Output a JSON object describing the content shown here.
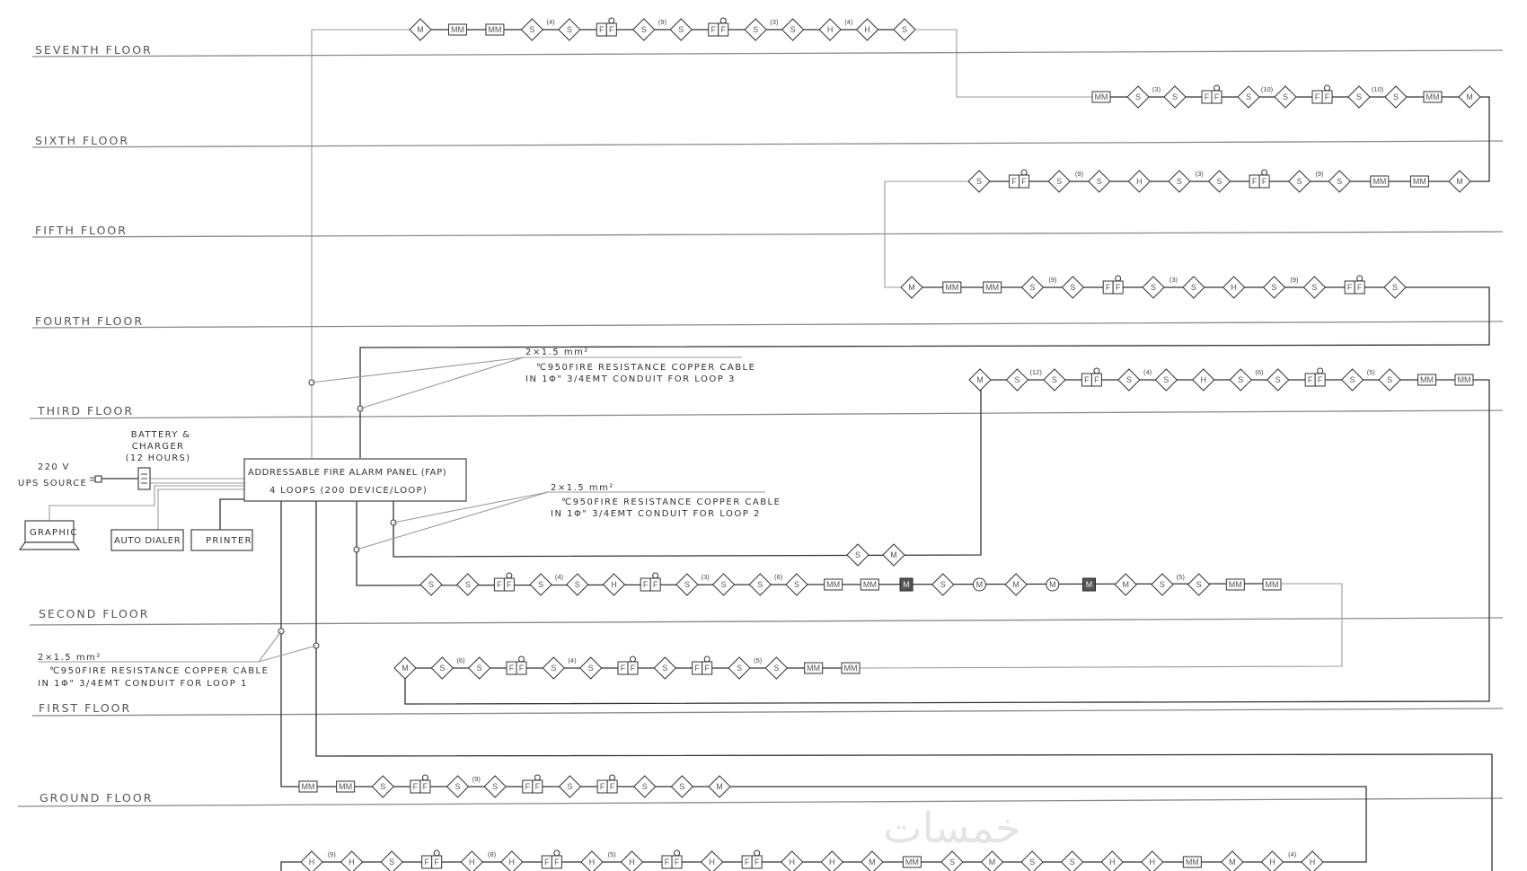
{
  "floors": [
    {
      "label": "SEVENTH FLOOR"
    },
    {
      "label": "SIXTH FLOOR"
    },
    {
      "label": "FIFTH FLOOR"
    },
    {
      "label": "FOURTH FLOOR"
    },
    {
      "label": "THIRD FLOOR"
    },
    {
      "label": "SECOND FLOOR"
    },
    {
      "label": "FIRST FLOOR"
    },
    {
      "label": "GROUND FLOOR"
    }
  ],
  "panel": {
    "line1": "ADDRESSABLE FIRE ALARM PANEL (FAP)",
    "line2": "4 LOOPS (200 DEVICE/LOOP)"
  },
  "battery": {
    "line1": "BATTERY &",
    "line2": "CHARGER",
    "line3": "(12 HOURS)"
  },
  "ups": {
    "voltage": "220 V",
    "label": "UPS SOURCE"
  },
  "peripherals": {
    "graphic": "GRAPHIC",
    "auto_dialer": "AUTO DIALER",
    "printer": "PRINTER"
  },
  "cable_notes": [
    {
      "size": "2×1.5 mm²",
      "line1": "℃950FIRE RESISTANCE COPPER CABLE",
      "line2": "IN 1Φ\" 3/4EMT CONDUIT FOR LOOP 3"
    },
    {
      "size": "2×1.5 mm²",
      "line1": "℃950FIRE RESISTANCE COPPER CABLE",
      "line2": "IN 1Φ\" 3/4EMT CONDUIT FOR LOOP 2"
    },
    {
      "size": "2×1.5 mm²",
      "line1": "℃950FIRE RESISTANCE COPPER CABLE",
      "line2": "IN 1Φ\" 3/4EMT CONDUIT FOR LOOP 1"
    }
  ],
  "device_rows": [
    {
      "id": "r7",
      "devices": [
        "M",
        "MM",
        "MM",
        "S",
        "(4)",
        "S",
        "FF",
        "S",
        "(9)",
        "S",
        "FF",
        "S",
        "(3)",
        "S",
        "H",
        "(4)",
        "H",
        "S"
      ]
    },
    {
      "id": "r6",
      "devices": [
        "MM",
        "S",
        "(3)",
        "S",
        "FF",
        "S",
        "(10)",
        "S",
        "FF",
        "S",
        "(10)",
        "S",
        "MM",
        "M"
      ]
    },
    {
      "id": "r5",
      "devices": [
        "S",
        "FF",
        "S",
        "(9)",
        "S",
        "H",
        "S",
        "(3)",
        "S",
        "FF",
        "S",
        "(9)",
        "S",
        "MM",
        "MM",
        "M"
      ]
    },
    {
      "id": "r4",
      "devices": [
        "M",
        "MM",
        "MM",
        "S",
        "(9)",
        "S",
        "FF",
        "S",
        "(3)",
        "S",
        "H",
        "S",
        "(9)",
        "S",
        "FF",
        "S"
      ]
    },
    {
      "id": "r3",
      "devices": [
        "M",
        "S",
        "(12)",
        "S",
        "FF",
        "S",
        "(4)",
        "S",
        "H",
        "S",
        "(6)",
        "S",
        "FF",
        "S",
        "(5)",
        "S",
        "MM",
        "MM"
      ]
    },
    {
      "id": "r2a",
      "devices": [
        "S",
        "M"
      ]
    },
    {
      "id": "r2",
      "devices": [
        "S",
        "S",
        "FF",
        "S",
        "(4)",
        "S",
        "H",
        "FF",
        "S",
        "(3)",
        "S",
        "S",
        "(6)",
        "S",
        "MM",
        "MM",
        "MB",
        "S",
        "MC",
        "M",
        "MC",
        "MB",
        "M",
        "S",
        "(5)",
        "S",
        "MM",
        "MM"
      ]
    },
    {
      "id": "r1",
      "devices": [
        "M",
        "S",
        "(6)",
        "S",
        "FF",
        "S",
        "(4)",
        "S",
        "FF",
        "S",
        "FF",
        "S",
        "(5)",
        "S",
        "MM",
        "MM"
      ]
    },
    {
      "id": "rg",
      "devices": [
        "MM",
        "MM",
        "S",
        "FF",
        "S",
        "(9)",
        "S",
        "FF",
        "S",
        "FF",
        "S",
        "S",
        "M"
      ]
    },
    {
      "id": "rb",
      "devices": [
        "H",
        "(9)",
        "H",
        "S",
        "FF",
        "H",
        "(8)",
        "H",
        "FF",
        "H",
        "(5)",
        "H",
        "FF",
        "H",
        "FF",
        "H",
        "H",
        "M",
        "MM",
        "S",
        "M",
        "S",
        "S",
        "H",
        "H",
        "MM",
        "M",
        "H",
        "(4)",
        "H"
      ]
    }
  ],
  "watermark": "خمسات"
}
